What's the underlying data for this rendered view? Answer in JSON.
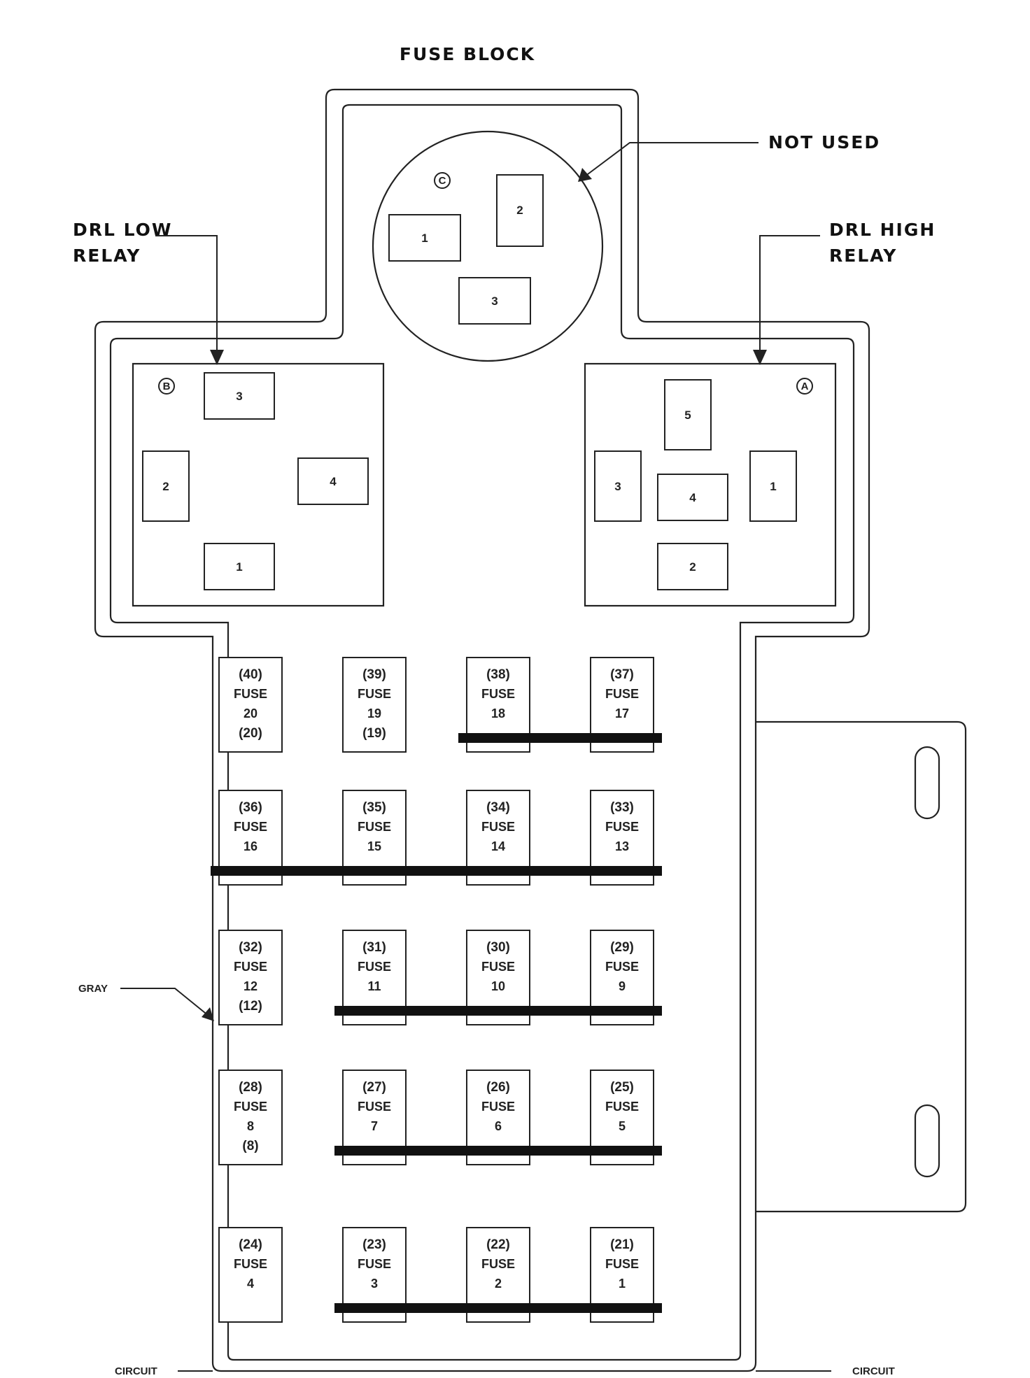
{
  "title": "FUSE BLOCK",
  "labels": {
    "not_used": "NOT USED",
    "drl_low_relay": [
      "DRL LOW",
      "RELAY"
    ],
    "drl_high_relay": [
      "DRL HIGH",
      "RELAY"
    ],
    "gray": "GRAY",
    "circuit_left": "CIRCUIT",
    "circuit_right": "CIRCUIT"
  },
  "relay_a": {
    "id": "A",
    "pins": [
      "5",
      "3",
      "4",
      "1",
      "2"
    ]
  },
  "relay_b": {
    "id": "B",
    "pins": [
      "3",
      "2",
      "4",
      "1"
    ]
  },
  "connector_c": {
    "id": "C",
    "pins": [
      "1",
      "2",
      "3"
    ]
  },
  "fuse_rows": [
    [
      {
        "cav": "(40)",
        "word": "FUSE",
        "num": "20",
        "extra": "(20)"
      },
      {
        "cav": "(39)",
        "word": "FUSE",
        "num": "19",
        "extra": "(19)"
      },
      {
        "cav": "(38)",
        "word": "FUSE",
        "num": "18",
        "extra": ""
      },
      {
        "cav": "(37)",
        "word": "FUSE",
        "num": "17",
        "extra": ""
      }
    ],
    [
      {
        "cav": "(36)",
        "word": "FUSE",
        "num": "16",
        "extra": ""
      },
      {
        "cav": "(35)",
        "word": "FUSE",
        "num": "15",
        "extra": ""
      },
      {
        "cav": "(34)",
        "word": "FUSE",
        "num": "14",
        "extra": ""
      },
      {
        "cav": "(33)",
        "word": "FUSE",
        "num": "13",
        "extra": ""
      }
    ],
    [
      {
        "cav": "(32)",
        "word": "FUSE",
        "num": "12",
        "extra": "(12)"
      },
      {
        "cav": "(31)",
        "word": "FUSE",
        "num": "11",
        "extra": ""
      },
      {
        "cav": "(30)",
        "word": "FUSE",
        "num": "10",
        "extra": ""
      },
      {
        "cav": "(29)",
        "word": "FUSE",
        "num": "9",
        "extra": ""
      }
    ],
    [
      {
        "cav": "(28)",
        "word": "FUSE",
        "num": "8",
        "extra": "(8)"
      },
      {
        "cav": "(27)",
        "word": "FUSE",
        "num": "7",
        "extra": ""
      },
      {
        "cav": "(26)",
        "word": "FUSE",
        "num": "6",
        "extra": ""
      },
      {
        "cav": "(25)",
        "word": "FUSE",
        "num": "5",
        "extra": ""
      }
    ],
    [
      {
        "cav": "(24)",
        "word": "FUSE",
        "num": "4",
        "extra": ""
      },
      {
        "cav": "(23)",
        "word": "FUSE",
        "num": "3",
        "extra": ""
      },
      {
        "cav": "(22)",
        "word": "FUSE",
        "num": "2",
        "extra": ""
      },
      {
        "cav": "(21)",
        "word": "FUSE",
        "num": "1",
        "extra": ""
      }
    ]
  ]
}
